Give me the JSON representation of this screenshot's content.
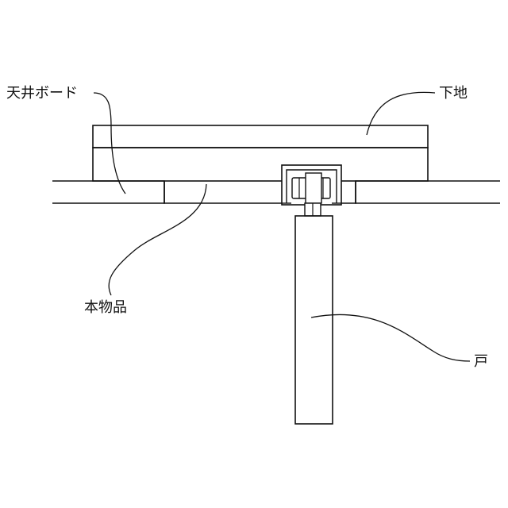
{
  "labels": {
    "ceiling_board": "天井ボード",
    "base": "下地",
    "product": "本物品",
    "door": "戸"
  },
  "colors": {
    "line": "#111111",
    "background": "#ffffff"
  }
}
